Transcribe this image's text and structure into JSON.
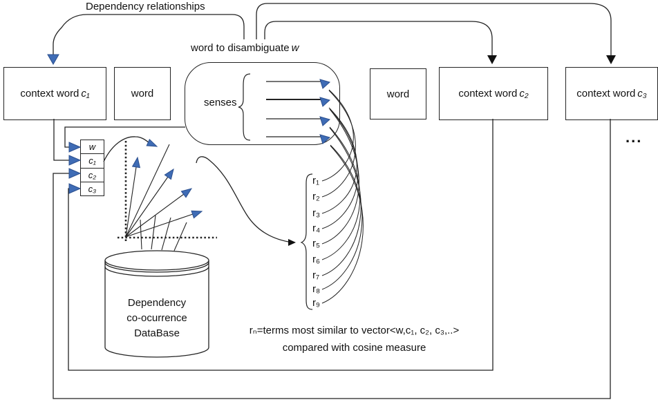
{
  "labels": {
    "dep_rel": "Dependency relationships",
    "word_to_disambiguate": "word to disambiguate",
    "w_symbol": "w",
    "senses": "senses",
    "ellipsis": "...",
    "db_line1": "Dependency",
    "db_line2": "co-ocurrence",
    "db_line3": "DataBase",
    "formula_line1": "rₙ=terms most similar to vector<w,c₁, c₂, c₃,..>",
    "formula_line2": "compared with cosine measure"
  },
  "boxes": {
    "context_word_1": {
      "prefix": "context word",
      "symbol": "c₁"
    },
    "word_left": "word",
    "word_right": "word",
    "context_word_2": {
      "prefix": "context word",
      "symbol": "c₂"
    },
    "context_word_3": {
      "prefix": "context word",
      "symbol": "c₃"
    }
  },
  "vector_rows": [
    "w",
    "c₁",
    "c₂",
    "c₃"
  ],
  "r_items": [
    "r₁",
    "r₂",
    "r₃",
    "r₄",
    "r₅",
    "r₆",
    "r₇",
    "r₈",
    "r₉"
  ],
  "colors": {
    "arrow_blue": "#3F6CB5",
    "arrow_blue_edge": "#2B4F8E",
    "line": "#1f1f1f"
  }
}
